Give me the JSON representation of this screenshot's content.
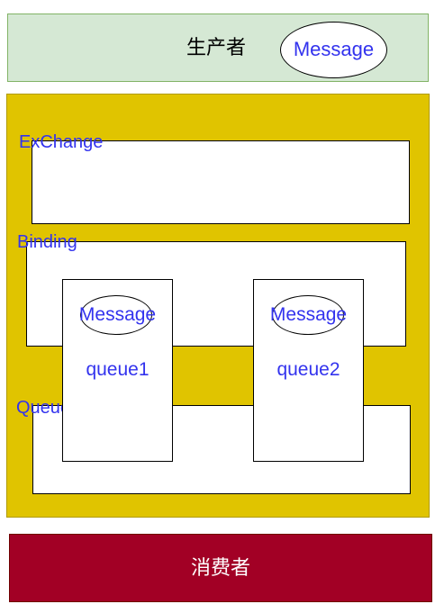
{
  "producer": {
    "label": "生产者",
    "message": "Message"
  },
  "exchange": {
    "label": "ExChange"
  },
  "binding": {
    "label": "Binding"
  },
  "queue": {
    "label": "Queue"
  },
  "queues": [
    {
      "name": "queue1",
      "message": "Message"
    },
    {
      "name": "queue2",
      "message": "Message"
    }
  ],
  "consumer": {
    "label": "消费者"
  },
  "colors": {
    "producer_fill": "#d5e8d4",
    "broker_fill": "#e0c400",
    "consumer_fill": "#a20025",
    "label_blue": "#3333ee"
  }
}
